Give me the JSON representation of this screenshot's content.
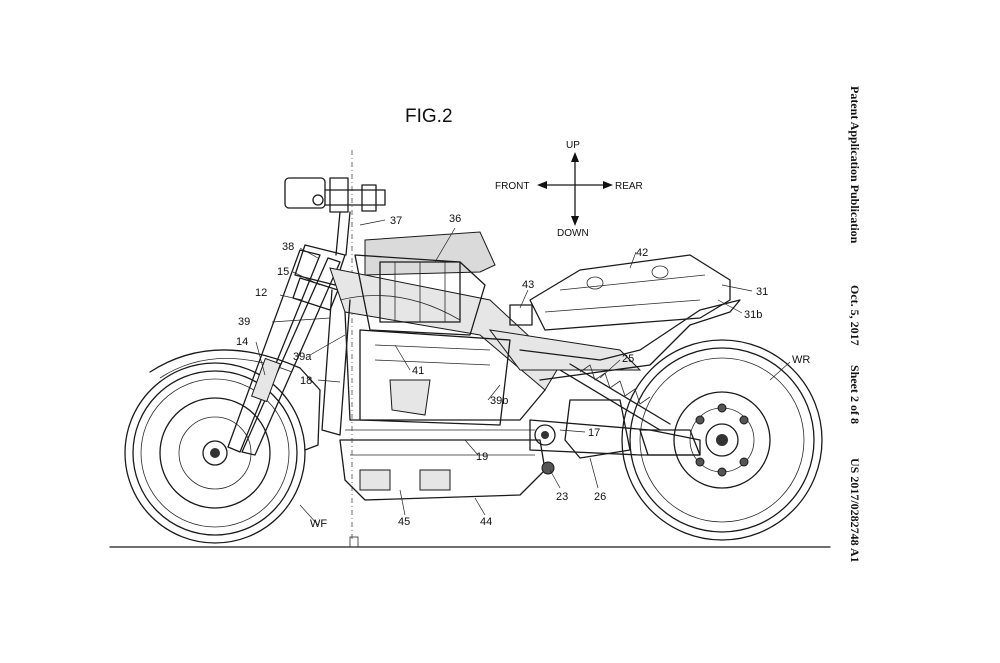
{
  "figure_title": "FIG.2",
  "directions": {
    "up": "UP",
    "down": "DOWN",
    "front": "FRONT",
    "rear": "REAR"
  },
  "header": {
    "publication": "Patent Application Publication",
    "date": "Oct. 5, 2017",
    "sheet": "Sheet 2 of 8",
    "number": "US 2017/0282748 A1"
  },
  "labels": {
    "l36": "36",
    "l37": "37",
    "l38": "38",
    "l15": "15",
    "l12": "12",
    "l39": "39",
    "l14": "14",
    "l39a": "39a",
    "l18": "18",
    "l41": "41",
    "l39b": "39b",
    "l19": "19",
    "l45": "45",
    "l44": "44",
    "l23": "23",
    "l26": "26",
    "l17": "17",
    "l25": "25",
    "l43": "43",
    "l42": "42",
    "l31": "31",
    "l31b": "31b",
    "lWR": "WR",
    "lWF": "WF"
  }
}
